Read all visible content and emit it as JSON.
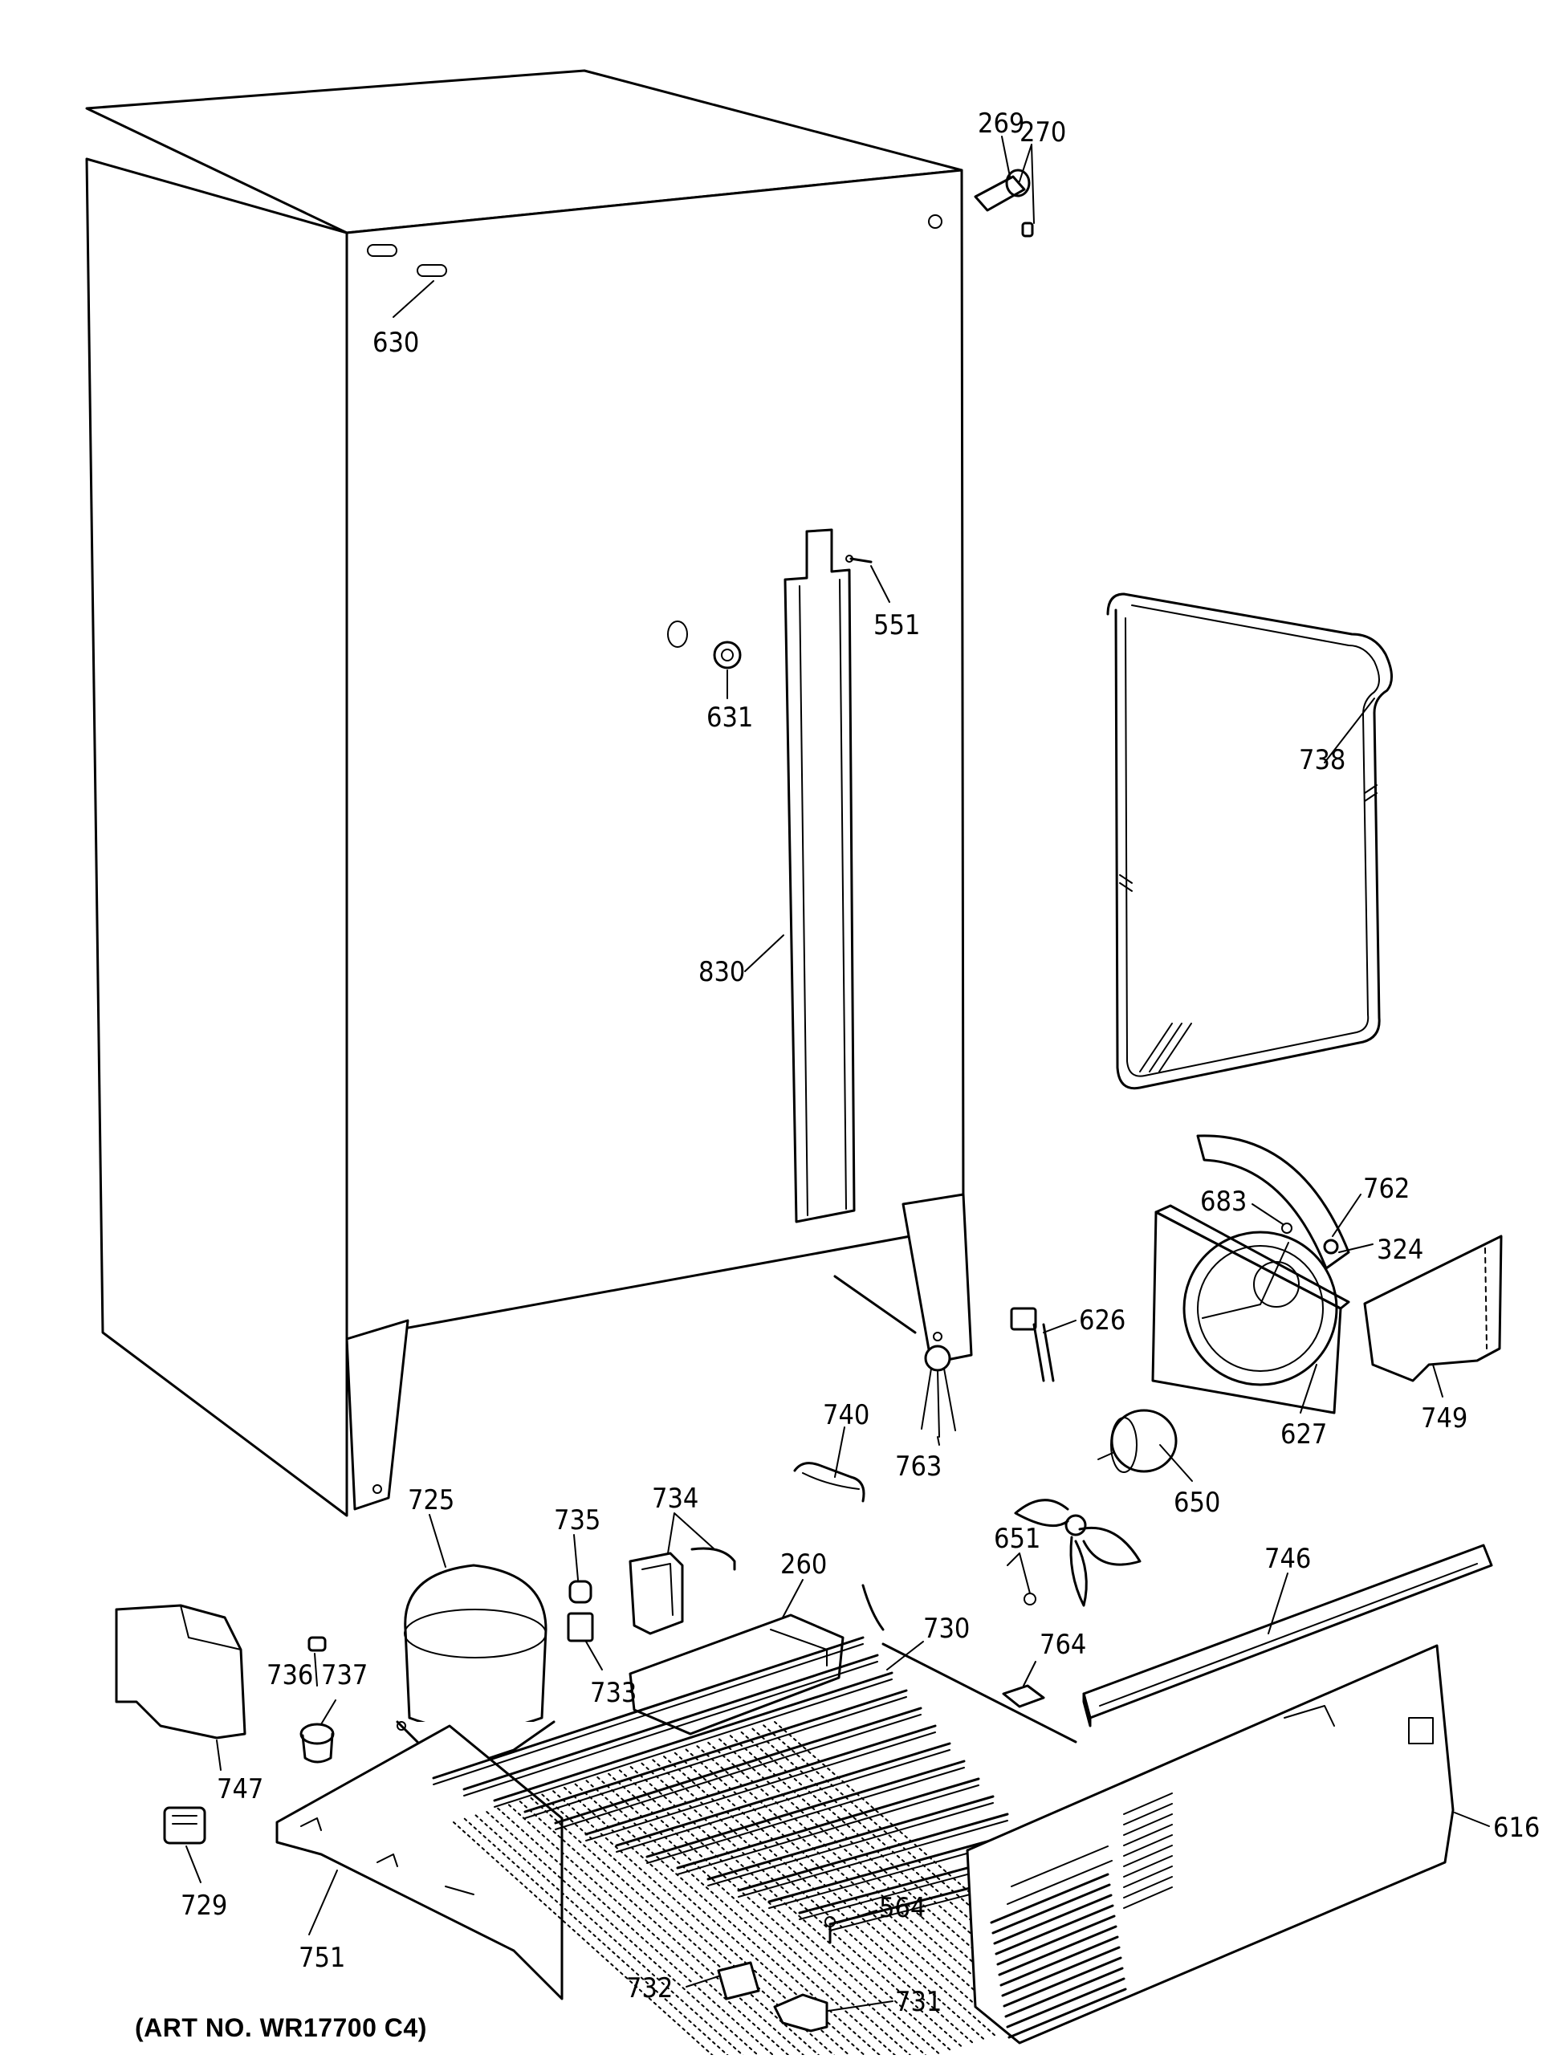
{
  "caption": "(ART NO. WR17700 C4)",
  "labels": {
    "l269": "269",
    "l270": "270",
    "l630": "630",
    "l551": "551",
    "l631": "631",
    "l738": "738",
    "l830": "830",
    "l762": "762",
    "l683": "683",
    "l324": "324",
    "l626": "626",
    "l740": "740",
    "l763": "763",
    "l749": "749",
    "l627": "627",
    "l650": "650",
    "l725": "725",
    "l735": "735",
    "l734": "734",
    "l260": "260",
    "l651": "651",
    "l746": "746",
    "l730": "730",
    "l764": "764",
    "l736": "736",
    "l737": "737",
    "l733": "733",
    "l747": "747",
    "l729": "729",
    "l751": "751",
    "l616": "616",
    "l564": "564",
    "l732": "732",
    "l731": "731"
  }
}
